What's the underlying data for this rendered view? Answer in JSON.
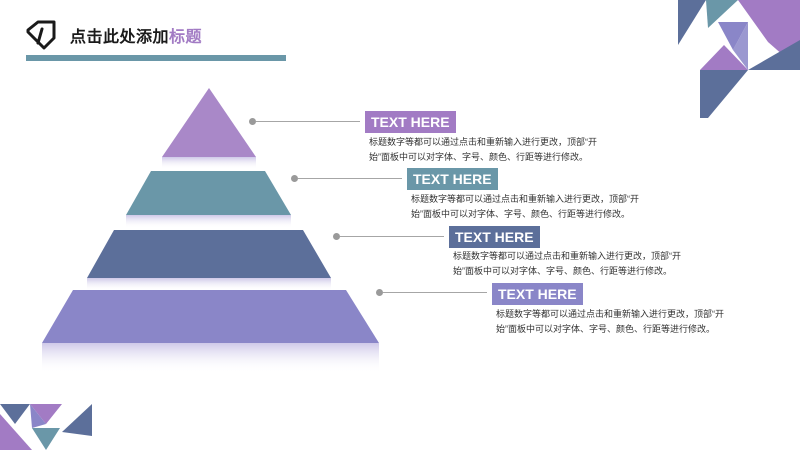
{
  "header": {
    "title_main": "点击此处添加",
    "title_accent": "标题"
  },
  "colors": {
    "purple": "#a27bc4",
    "teal": "#6a97a8",
    "slate": "#5c6f9a",
    "lavender": "#8a86c8"
  },
  "icons": {
    "title": "tag-icon"
  },
  "pyramid": {
    "items": [
      {
        "label": "TEXT HERE",
        "desc_line1": "标题数字等都可以通过点击和重新输入进行更改，顶部“开",
        "desc_line2": "始”面板中可以对字体、字号、颜色、行距等进行修改。"
      },
      {
        "label": "TEXT HERE",
        "desc_line1": "标题数字等都可以通过点击和重新输入进行更改，顶部“开",
        "desc_line2": "始”面板中可以对字体、字号、颜色、行距等进行修改。"
      },
      {
        "label": "TEXT HERE",
        "desc_line1": "标题数字等都可以通过点击和重新输入进行更改，顶部“开",
        "desc_line2": "始”面板中可以对字体、字号、颜色、行距等进行修改。"
      },
      {
        "label": "TEXT HERE",
        "desc_line1": "标题数字等都可以通过点击和重新输入进行更改，顶部“开",
        "desc_line2": "始”面板中可以对字体、字号、颜色、行距等进行修改。"
      }
    ]
  }
}
